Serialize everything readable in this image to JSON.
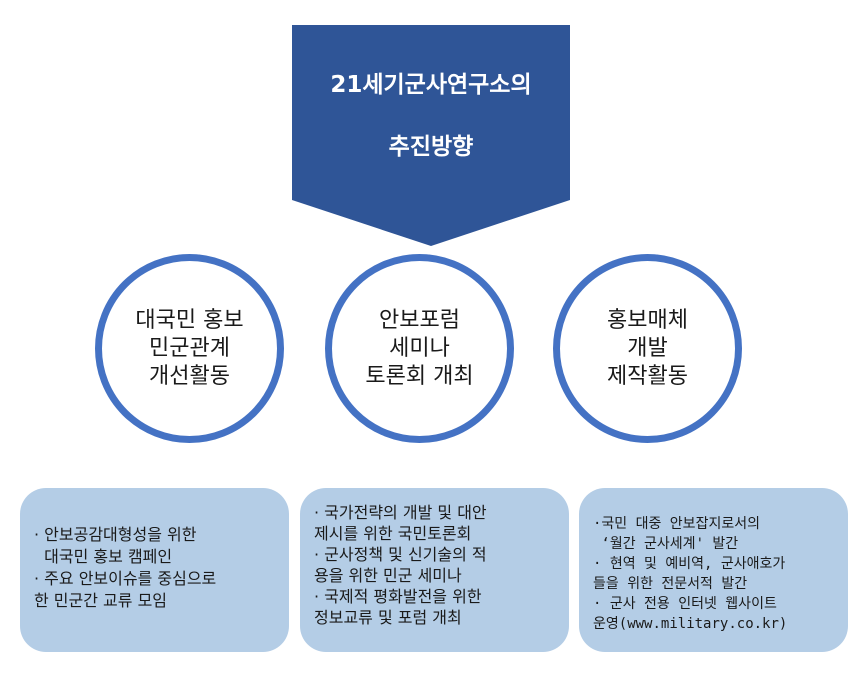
{
  "header": {
    "title_line1": "21세기군사연구소의",
    "title_line2": "추진방향"
  },
  "colors": {
    "header_fill": "#2f5597",
    "circle_border": "#4472c4",
    "box_fill": "#b4cde6"
  },
  "circles": [
    {
      "lines": [
        "대국민 홍보",
        "민군관계",
        "개선활동"
      ]
    },
    {
      "lines": [
        "안보포럼",
        "세미나",
        "토론회 개최"
      ]
    },
    {
      "lines": [
        "홍보매체",
        "개발",
        "제작활동"
      ]
    }
  ],
  "boxes": [
    {
      "lines": [
        "· 안보공감대형성을 위한",
        "  대국민 홍보 캠페인",
        "· 주요 안보이슈를 중심으로",
        "한 민군간 교류 모임"
      ]
    },
    {
      "lines": [
        "· 국가전략의 개발 및 대안",
        "제시를 위한 국민토론회",
        "· 군사정책 및 신기술의 적",
        "용을 위한 민군 세미나",
        "· 국제적 평화발전을 위한",
        "정보교류 및 포럼 개최"
      ]
    },
    {
      "lines": [
        "·국민 대중 안보잡지로서의",
        " ‘월간 군사세계' 발간",
        "· 현역 및 예비역, 군사애호가",
        "들을 위한 전문서적 발간",
        "· 군사 전용 인터넷 웹사이트",
        "운영(www.military.co.kr)"
      ]
    }
  ]
}
